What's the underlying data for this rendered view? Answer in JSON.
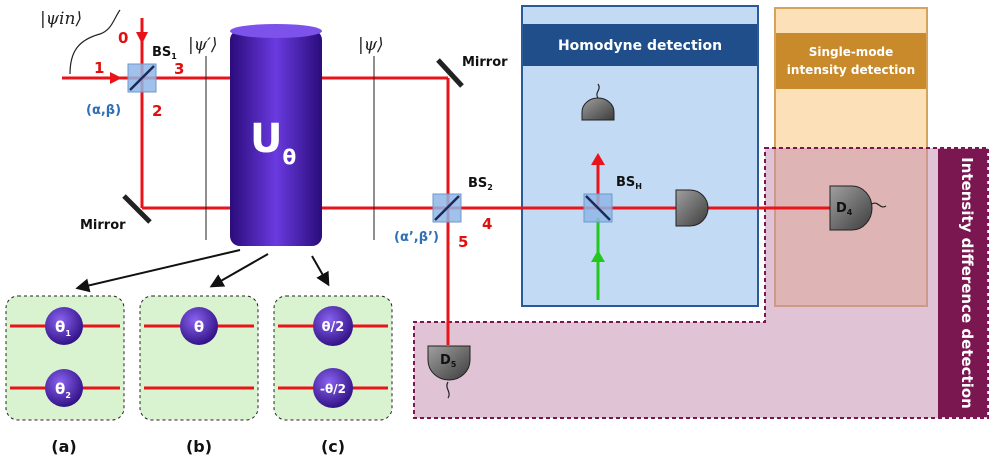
{
  "labels": {
    "psi_in": "|ψin⟩",
    "psi_prime": "|ψ′⟩",
    "psi": "|ψ⟩",
    "bs1": "BS",
    "bs1_sub": "1",
    "bs2": "BS",
    "bs2_sub": "2",
    "bsh": "BS",
    "bsh_sub": "H",
    "mirror_top": "Mirror",
    "mirror_bottom": "Mirror",
    "port0": "0",
    "port1": "1",
    "port2": "2",
    "port3": "3",
    "port4": "4",
    "port5": "5",
    "ab": "(α,β)",
    "ab_prime": "(α’,β’)",
    "u": "U",
    "u_sub": "θ",
    "d4": "D",
    "d4_sub": "4",
    "d5": "D",
    "d5_sub": "5"
  },
  "boxes": {
    "homodyne": "Homodyne  detection",
    "single_line1": "Single-mode",
    "single_line2": "intensity detection",
    "intensity_diff": "Intensity difference detection"
  },
  "panels": {
    "a_label": "(a)",
    "a_top": "θ",
    "a_top_sub": "1",
    "a_bot": "θ",
    "a_bot_sub": "2",
    "b_label": "(b)",
    "b_top": "θ",
    "c_label": "(c)",
    "c_top": "θ/2",
    "c_bot": "-θ/2"
  },
  "colors": {
    "laser": "#e8141a",
    "green_beam": "#22c81e",
    "homodyne_box": "#c9def5",
    "homodyne_header": "#1f4e8a",
    "single_box": "#fbe0b8",
    "single_header": "#c98a2c",
    "intensity_box": "#d9b8cc",
    "intensity_header": "#7a1650",
    "panel_bg": "#d9f2cf",
    "unitary": "#4a1fb0"
  }
}
